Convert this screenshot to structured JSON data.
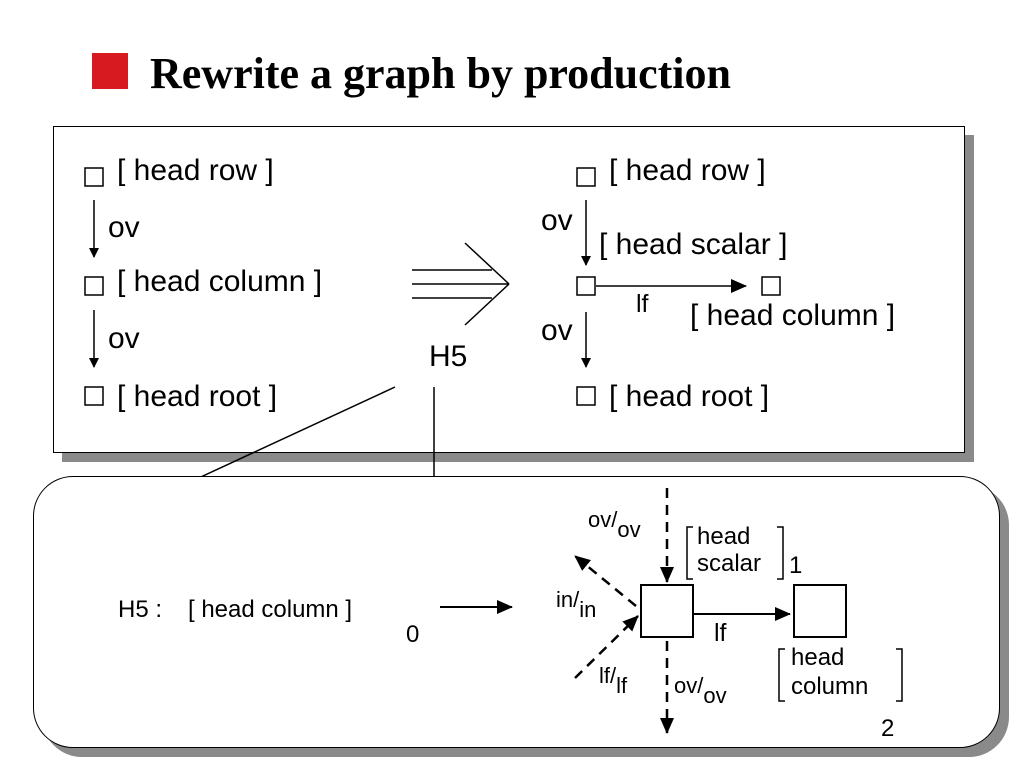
{
  "title": "Rewrite a graph by production",
  "colors": {
    "bullet": "#d71920",
    "shadow": "#8a8a8a"
  },
  "left_graph": {
    "node1": "[ head row ]",
    "edge1": "ov",
    "node2": "[ head column ]",
    "edge2": "ov",
    "node3": "[ head root ]"
  },
  "production_arrow": {
    "label": "H5"
  },
  "right_graph": {
    "node1": "[ head row ]",
    "edge1": "ov",
    "node2": "[ head scalar ]",
    "edge_lf": "lf",
    "node_new": "[ head column ]",
    "edge2": "ov",
    "node3": "[ head root ]"
  },
  "production": {
    "lhs_name": "H5 :",
    "lhs_node": "[ head column ]",
    "lhs_index": "0",
    "ov_in_top": "ov",
    "ov_in_sub": "ov",
    "in_top": "in",
    "in_sub": "in",
    "lf_top": "lf",
    "lf_sub": "lf",
    "ov_out_top": "ov",
    "ov_out_sub": "ov",
    "scalar_head": "head",
    "scalar_name": "scalar",
    "scalar_index": "1",
    "edge_lf": "lf",
    "column_head": "head",
    "column_name": "column",
    "column_index": "2"
  }
}
